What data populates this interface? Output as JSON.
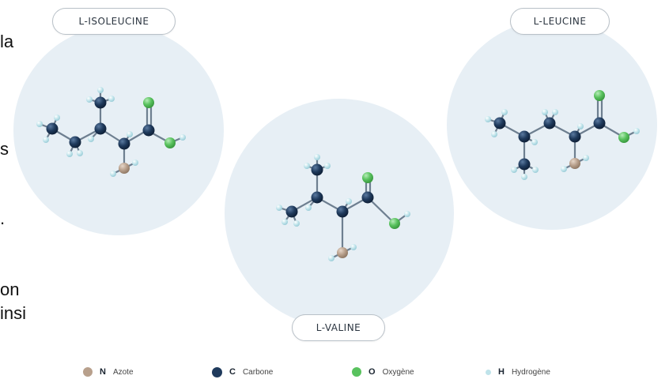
{
  "edge_text": [
    "la",
    "s",
    ".",
    "on",
    "insi"
  ],
  "molecules": [
    {
      "label": "L-ISOLEUCINE"
    },
    {
      "label": "L-VALINE"
    },
    {
      "label": "L-LEUCINE"
    }
  ],
  "legend": [
    {
      "symbol": "N",
      "name": "Azote",
      "color": "#b8a08c"
    },
    {
      "symbol": "C",
      "name": "Carbone",
      "color": "#1f3a5c"
    },
    {
      "symbol": "O",
      "name": "Oxygène",
      "color": "#59c25e"
    },
    {
      "symbol": "H",
      "name": "Hydrogène",
      "color": "#bfe3ea"
    }
  ],
  "colors": {
    "circle_bg": "#e7eff5",
    "bond": "#6e7f90"
  }
}
